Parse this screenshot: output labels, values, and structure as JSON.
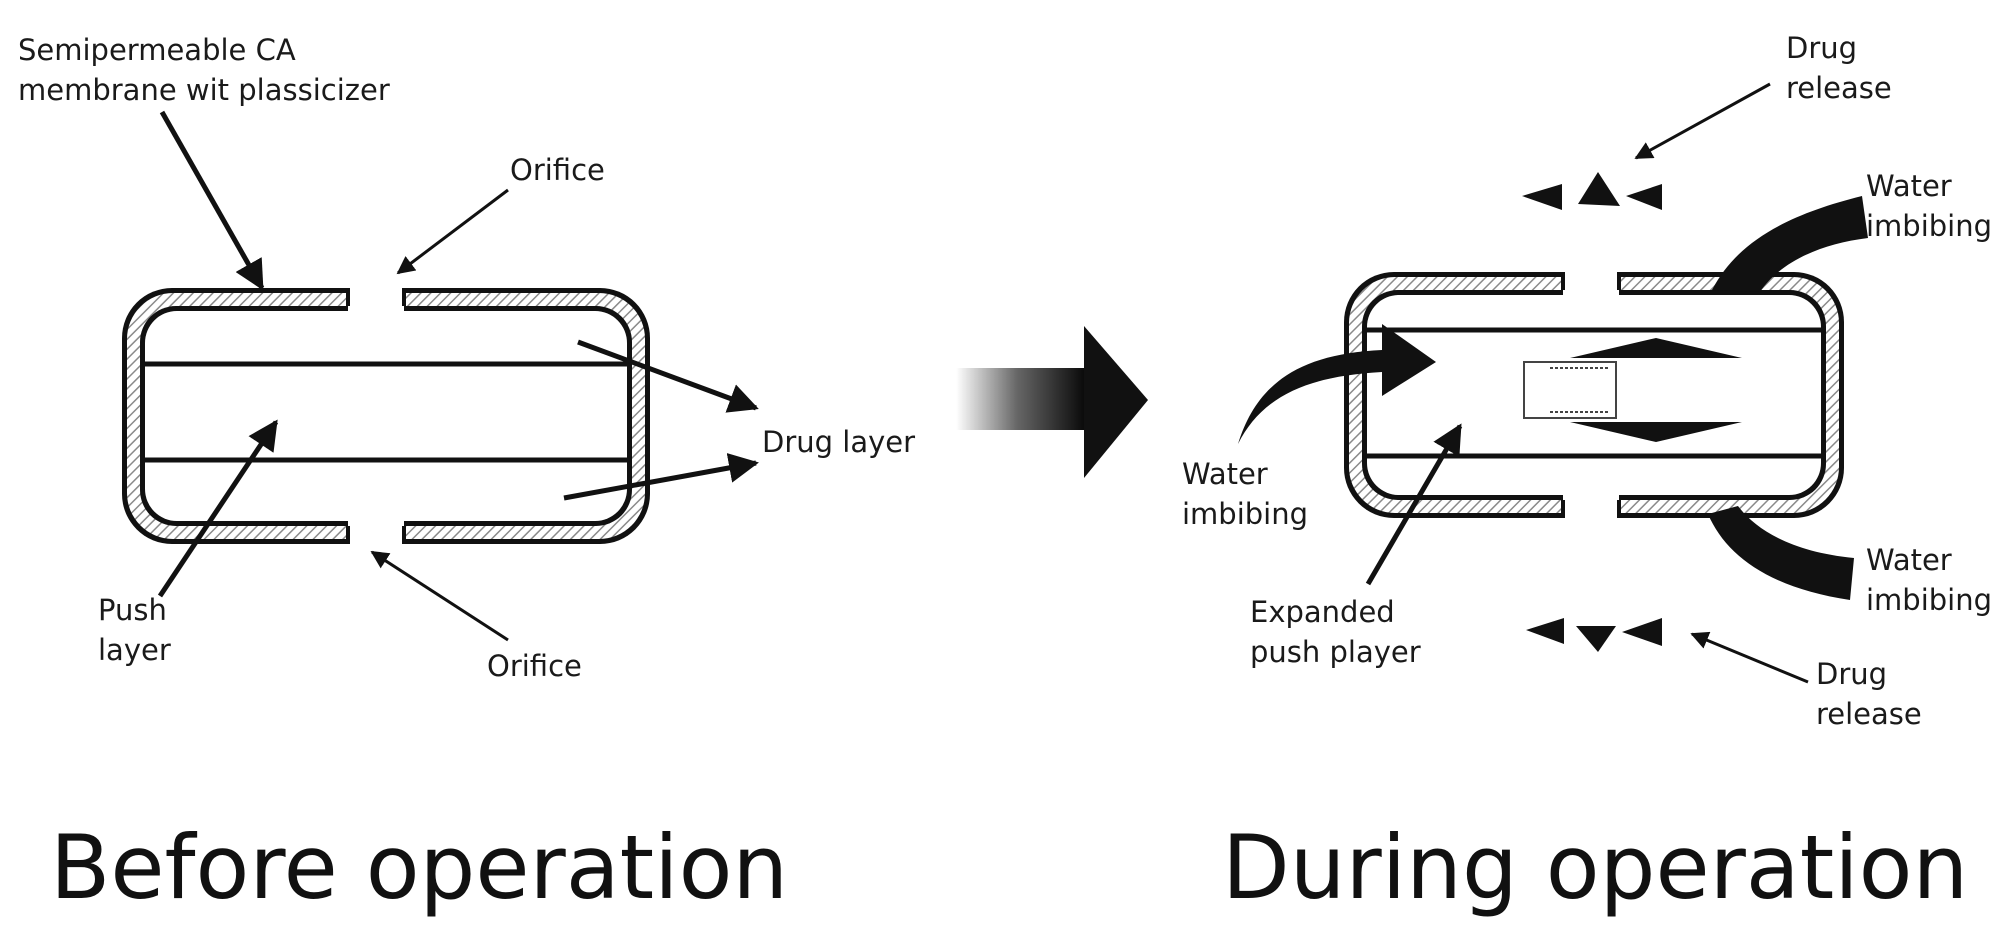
{
  "before": {
    "label_membrane_1": "Semipermeable CA",
    "label_membrane_2": "membrane wit plassicizer",
    "label_orifice_top": "Orifice",
    "label_orifice_bottom": "Orifice",
    "label_drug_layer": "Drug layer",
    "label_push_1": "Push",
    "label_push_2": "layer",
    "caption": "Before operation"
  },
  "during": {
    "label_drug_release_top_1": "Drug",
    "label_drug_release_top_2": "release",
    "label_water_top_right_1": "Water",
    "label_water_top_right_2": "imbibing",
    "label_water_left_1": "Water",
    "label_water_left_2": "imbibing",
    "label_water_bottom_right_1": "Water",
    "label_water_bottom_right_2": "imbibing",
    "label_expanded_1": "Expanded",
    "label_expanded_2": "push player",
    "label_drug_release_bottom_1": "Drug",
    "label_drug_release_bottom_2": "release",
    "caption": "During operation"
  },
  "colors": {
    "ink": "#111111",
    "hatch": "#9a9a9a",
    "background": "#ffffff"
  }
}
